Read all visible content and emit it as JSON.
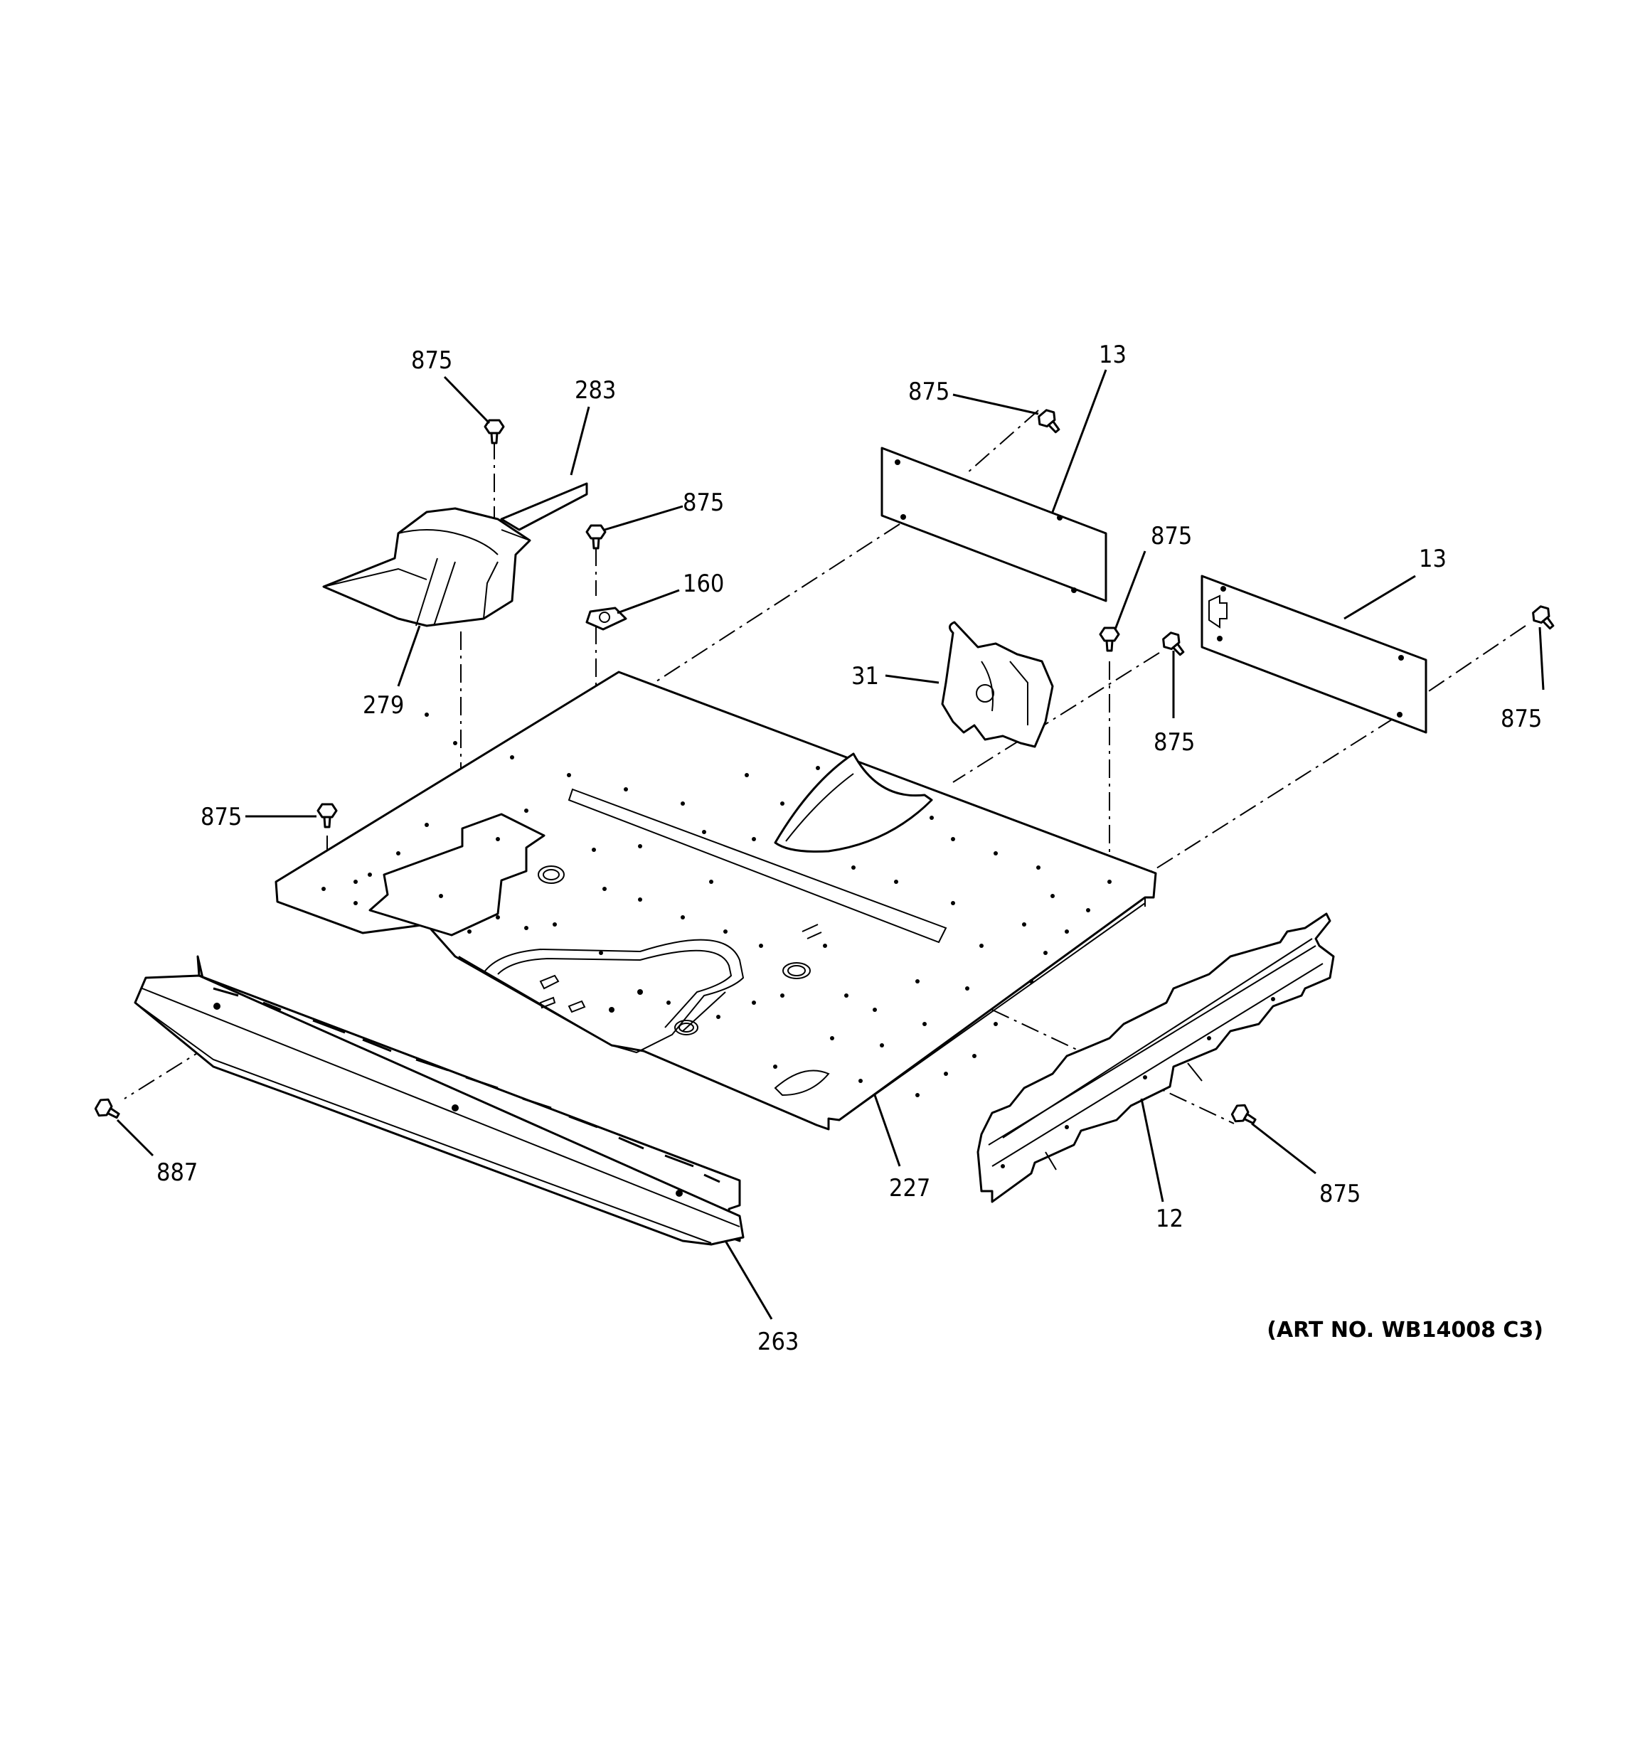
{
  "diagram": {
    "art_number": "(ART NO. WB14008 C3)",
    "callouts": [
      {
        "id": "c875a",
        "label": "875"
      },
      {
        "id": "c283",
        "label": "283"
      },
      {
        "id": "c875b",
        "label": "875"
      },
      {
        "id": "c160",
        "label": "160"
      },
      {
        "id": "c279",
        "label": "279"
      },
      {
        "id": "c875c",
        "label": "875"
      },
      {
        "id": "c13a",
        "label": "13"
      },
      {
        "id": "c875d",
        "label": "875"
      },
      {
        "id": "c875e",
        "label": "875"
      },
      {
        "id": "c13b",
        "label": "13"
      },
      {
        "id": "c31",
        "label": "31"
      },
      {
        "id": "c875f",
        "label": "875"
      },
      {
        "id": "c875g",
        "label": "875"
      },
      {
        "id": "c887",
        "label": "887"
      },
      {
        "id": "c227",
        "label": "227"
      },
      {
        "id": "c12",
        "label": "12"
      },
      {
        "id": "c875h",
        "label": "875"
      },
      {
        "id": "c263",
        "label": "263"
      }
    ]
  }
}
